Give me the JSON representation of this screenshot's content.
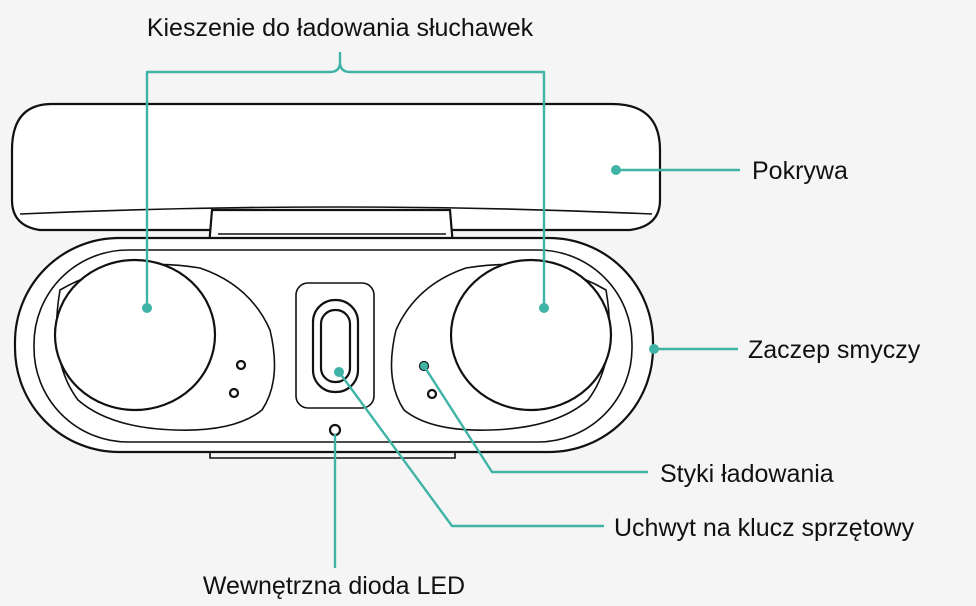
{
  "labels": {
    "pockets": "Kieszenie do ładowania słuchawek",
    "lid": "Pokrywa",
    "lanyard": "Zaczep smyczy",
    "contacts": "Styki ładowania",
    "dongle": "Uchwyt na klucz sprzętowy",
    "led": "Wewnętrzna dioda LED"
  },
  "colors": {
    "leader": "#3fb3a6",
    "outline": "#111111",
    "background": "#f5f5f5"
  }
}
